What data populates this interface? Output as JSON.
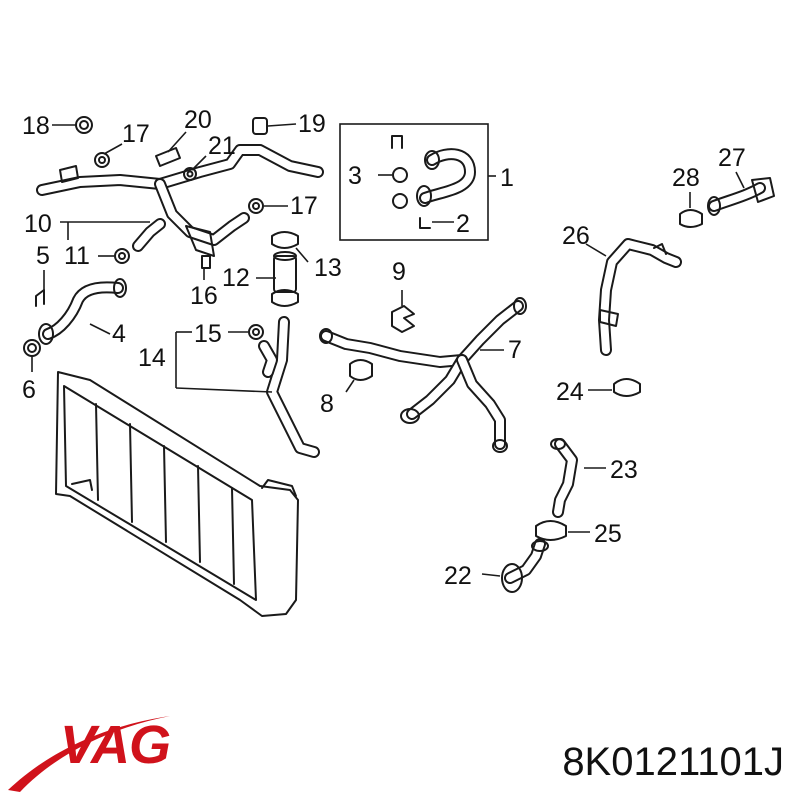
{
  "brand": {
    "name": "VAG",
    "color": "#d0121b",
    "swoosh_color": "#d0121b"
  },
  "part_number": "8K0121101J",
  "callouts": [
    {
      "id": "1",
      "label": "1"
    },
    {
      "id": "2",
      "label": "2"
    },
    {
      "id": "3",
      "label": "3"
    },
    {
      "id": "4",
      "label": "4"
    },
    {
      "id": "5",
      "label": "5"
    },
    {
      "id": "6",
      "label": "6"
    },
    {
      "id": "7",
      "label": "7"
    },
    {
      "id": "8",
      "label": "8"
    },
    {
      "id": "9",
      "label": "9"
    },
    {
      "id": "10",
      "label": "10"
    },
    {
      "id": "11",
      "label": "11"
    },
    {
      "id": "12",
      "label": "12"
    },
    {
      "id": "13",
      "label": "13"
    },
    {
      "id": "14",
      "label": "14"
    },
    {
      "id": "15",
      "label": "15"
    },
    {
      "id": "16",
      "label": "16"
    },
    {
      "id": "17a",
      "label": "17"
    },
    {
      "id": "17b",
      "label": "17"
    },
    {
      "id": "18",
      "label": "18"
    },
    {
      "id": "19",
      "label": "19"
    },
    {
      "id": "20",
      "label": "20"
    },
    {
      "id": "21",
      "label": "21"
    },
    {
      "id": "22",
      "label": "22"
    },
    {
      "id": "23",
      "label": "23"
    },
    {
      "id": "24",
      "label": "24"
    },
    {
      "id": "25",
      "label": "25"
    },
    {
      "id": "26",
      "label": "26"
    },
    {
      "id": "27",
      "label": "27"
    },
    {
      "id": "28",
      "label": "28"
    }
  ]
}
